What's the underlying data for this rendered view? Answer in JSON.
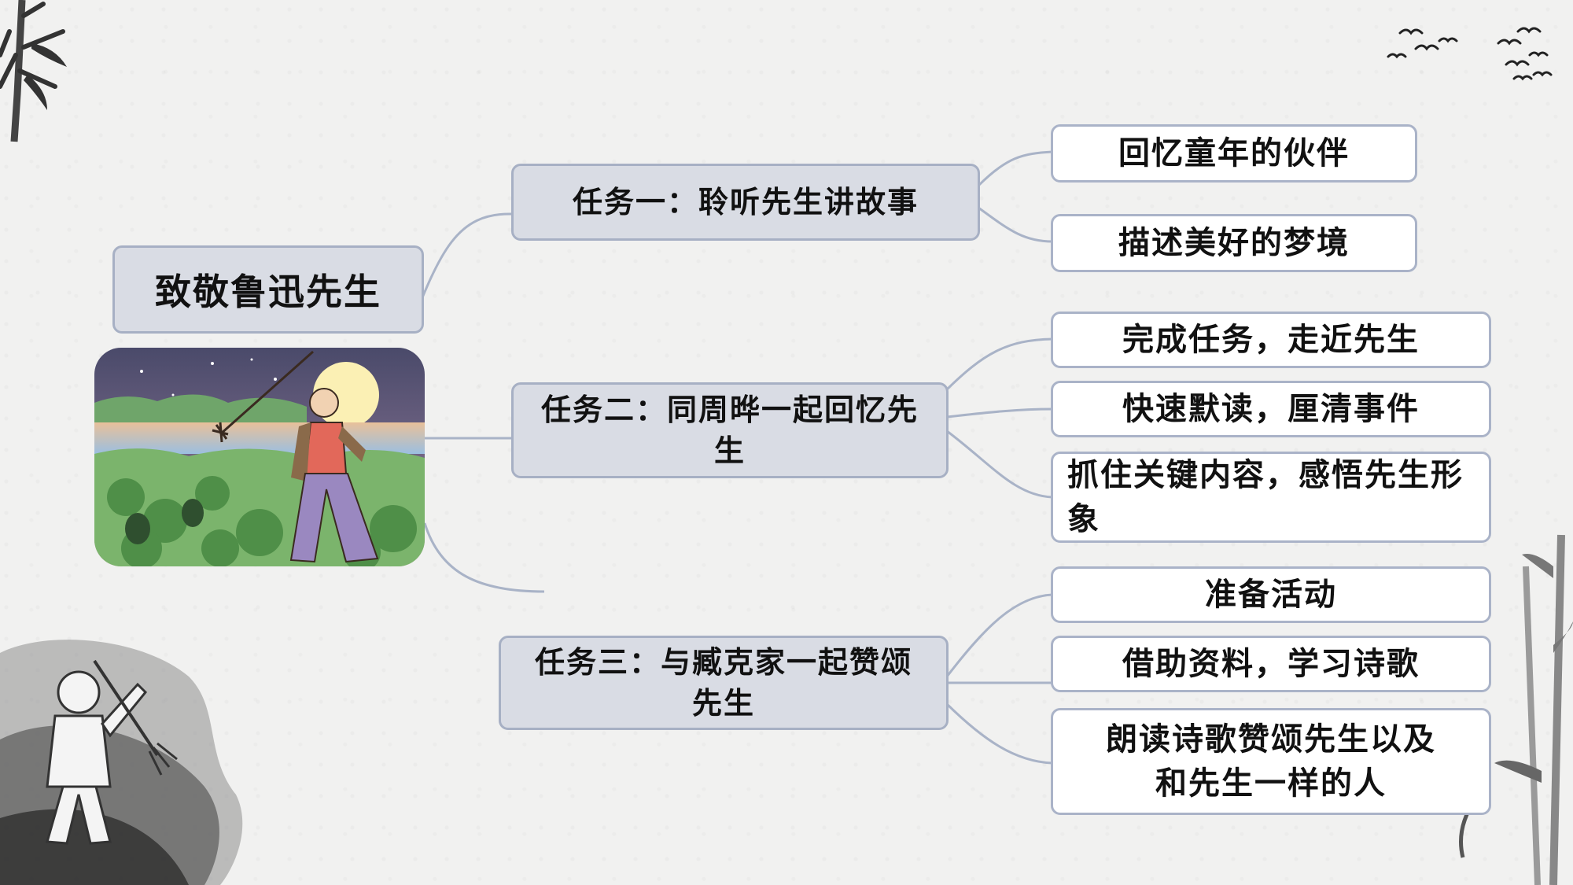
{
  "title": "致敬鲁迅先生",
  "tasks": [
    {
      "label": "任务一：聆听先生讲故事",
      "items": [
        "回忆童年的伙伴",
        "描述美好的梦境"
      ]
    },
    {
      "label": "任务二：同周晔一起回忆先生",
      "items": [
        "完成任务，走近先生",
        "快速默读，厘清事件",
        "抓住关键内容，感悟先生形象"
      ]
    },
    {
      "label": "任务三：与臧克家一起赞颂先生",
      "items": [
        "准备活动",
        "借助资料，学习诗歌",
        "朗读诗歌赞颂先生以及和先生一样的人"
      ]
    }
  ],
  "colors": {
    "node_fill": "#d9dce4",
    "node_border": "#a7b0c4",
    "leaf_fill": "#ffffff",
    "connector": "#a9b3c7"
  },
  "icons": [
    "bamboo-left-icon",
    "bamboo-right-icon",
    "flying-birds-icon",
    "ink-figure-icon",
    "illustration-moonlit-field"
  ]
}
